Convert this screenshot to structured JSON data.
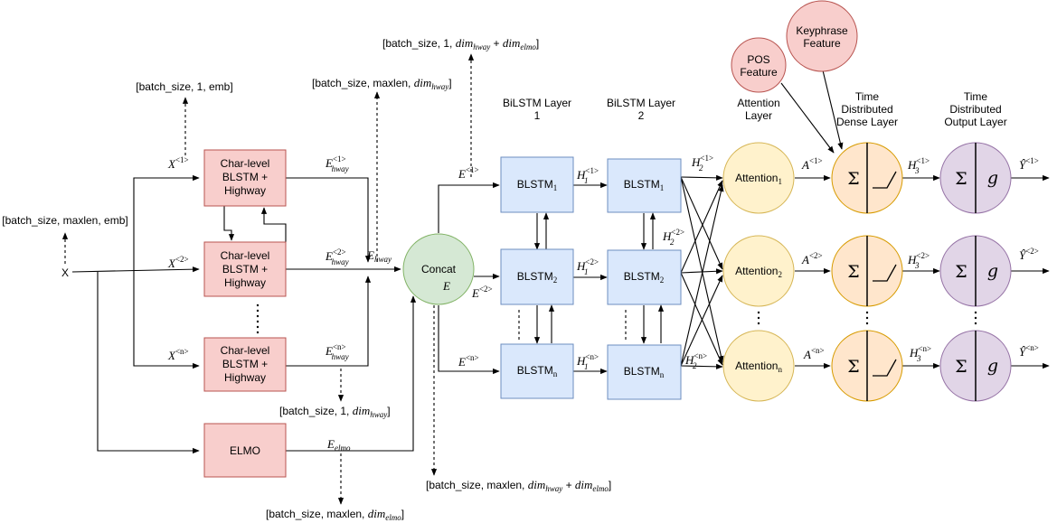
{
  "input_label": "X",
  "input_shape": "[batch_size, maxlen, emb]",
  "x_labels": [
    {
      "base": "X",
      "sup": "<1>"
    },
    {
      "base": "X",
      "sup": "<2>"
    },
    {
      "base": "X",
      "sup": "<n>"
    }
  ],
  "shape_x1": "[batch_size, 1, emb]",
  "char_blocks": [
    {
      "line1": "Char-level",
      "line2": "BLSTM +",
      "line3": "Highway"
    },
    {
      "line1": "Char-level",
      "line2": "BLSTM +",
      "line3": "Highway"
    },
    {
      "line1": "Char-level",
      "line2": "BLSTM +",
      "line3": "Highway"
    }
  ],
  "elmo_label": "ELMO",
  "hway_outputs": [
    {
      "base": "E",
      "sub": "hway",
      "sup": "<1>"
    },
    {
      "base": "E",
      "sub": "hway",
      "sup": "<2>"
    },
    {
      "base": "E",
      "sub": "hway",
      "sup": "<n>"
    }
  ],
  "e_hway": {
    "base": "E",
    "sub": "hway"
  },
  "e_elmo": {
    "base": "E",
    "sub": "elmo"
  },
  "shape_hway_seq": {
    "text": "[batch_size, maxlen, ",
    "math": "dim",
    "math_sub": "hway",
    "close": "]"
  },
  "shape_hway_one": {
    "text": "[batch_size, 1, ",
    "math": "dim",
    "math_sub": "hway",
    "close": "]"
  },
  "shape_elmo": {
    "text": "[batch_size, maxlen, ",
    "math": "dim",
    "math_sub": "elmo",
    "close": "]"
  },
  "shape_concat_one": {
    "text": "[batch_size, 1, ",
    "m1": "dim",
    "m1_sub": "hway",
    "plus": " + ",
    "m2": "dim",
    "m2_sub": "elmo",
    "close": "]"
  },
  "shape_concat_seq": {
    "text": "[batch_size, maxlen, ",
    "m1": "dim",
    "m1_sub": "hway",
    "plus": " + ",
    "m2": "dim",
    "m2_sub": "elmo",
    "close": "]"
  },
  "concat_label": "Concat",
  "concat_output": "E",
  "e_outputs": [
    {
      "base": "E",
      "sup": "<1>"
    },
    {
      "base": "E",
      "sup": "<2>"
    },
    {
      "base": "E",
      "sup": "<n>"
    }
  ],
  "bilstm1_header": {
    "line1": "BiLSTM Layer",
    "line2": "1"
  },
  "bilstm2_header": {
    "line1": "BiLSTM Layer",
    "line2": "2"
  },
  "blstm_layer1": [
    {
      "base": "BLSTM",
      "sub": "1"
    },
    {
      "base": "BLSTM",
      "sub": "2"
    },
    {
      "base": "BLSTM",
      "sub": "n"
    }
  ],
  "blstm_layer2": [
    {
      "base": "BLSTM",
      "sub": "1"
    },
    {
      "base": "BLSTM",
      "sub": "2"
    },
    {
      "base": "BLSTM",
      "sub": "n"
    }
  ],
  "h1_labels": [
    {
      "base": "H",
      "sub": "1",
      "sup": "<1>"
    },
    {
      "base": "H",
      "sub": "1",
      "sup": "<2>"
    },
    {
      "base": "H",
      "sub": "1",
      "sup": "<n>"
    }
  ],
  "h2_labels": [
    {
      "base": "H",
      "sub": "2",
      "sup": "<1>"
    },
    {
      "base": "H",
      "sub": "2",
      "sup": "<2>"
    },
    {
      "base": "H",
      "sub": "2",
      "sup": "<n>"
    }
  ],
  "attention_header": {
    "line1": "Attention",
    "line2": "Layer"
  },
  "attention_nodes": [
    {
      "base": "Attention",
      "sub": "1"
    },
    {
      "base": "Attention",
      "sub": "2"
    },
    {
      "base": "Attention",
      "sub": "n"
    }
  ],
  "a_labels": [
    {
      "base": "A",
      "sup": "<1>"
    },
    {
      "base": "A",
      "sup": "<2>"
    },
    {
      "base": "A",
      "sup": "<n>"
    }
  ],
  "pos_feature": {
    "line1": "POS",
    "line2": "Feature"
  },
  "keyphrase_feature": {
    "line1": "Keyphrase",
    "line2": "Feature"
  },
  "dense_header": {
    "line1": "Time",
    "line2": "Distributed",
    "line3": "Dense Layer"
  },
  "output_header": {
    "line1": "Time",
    "line2": "Distributed",
    "line3": "Output Layer"
  },
  "sigma_symbol": "Σ",
  "g_symbol": "g",
  "h3_labels": [
    {
      "base": "H",
      "sub": "3",
      "sup": "<1>"
    },
    {
      "base": "H",
      "sub": "3",
      "sup": "<2>"
    },
    {
      "base": "H",
      "sub": "3",
      "sup": "<n>"
    }
  ],
  "y_labels": [
    {
      "base": "Ŷ",
      "sup": "<1>"
    },
    {
      "base": "Ŷ",
      "sup": "<2>"
    },
    {
      "base": "Ŷ",
      "sup": "<n>"
    }
  ],
  "colors": {
    "char_fill": "#f8cecc",
    "char_stroke": "#b85450",
    "blstm_fill": "#dae8fc",
    "blstm_stroke": "#6c8ebf",
    "concat_fill": "#d5e8d4",
    "concat_stroke": "#82b366",
    "attention_fill": "#fff2cc",
    "attention_stroke": "#d6b656",
    "dense_fill": "#ffe6cc",
    "dense_stroke": "#d79b00",
    "output_fill": "#e1d5e7",
    "output_stroke": "#9673a6"
  }
}
